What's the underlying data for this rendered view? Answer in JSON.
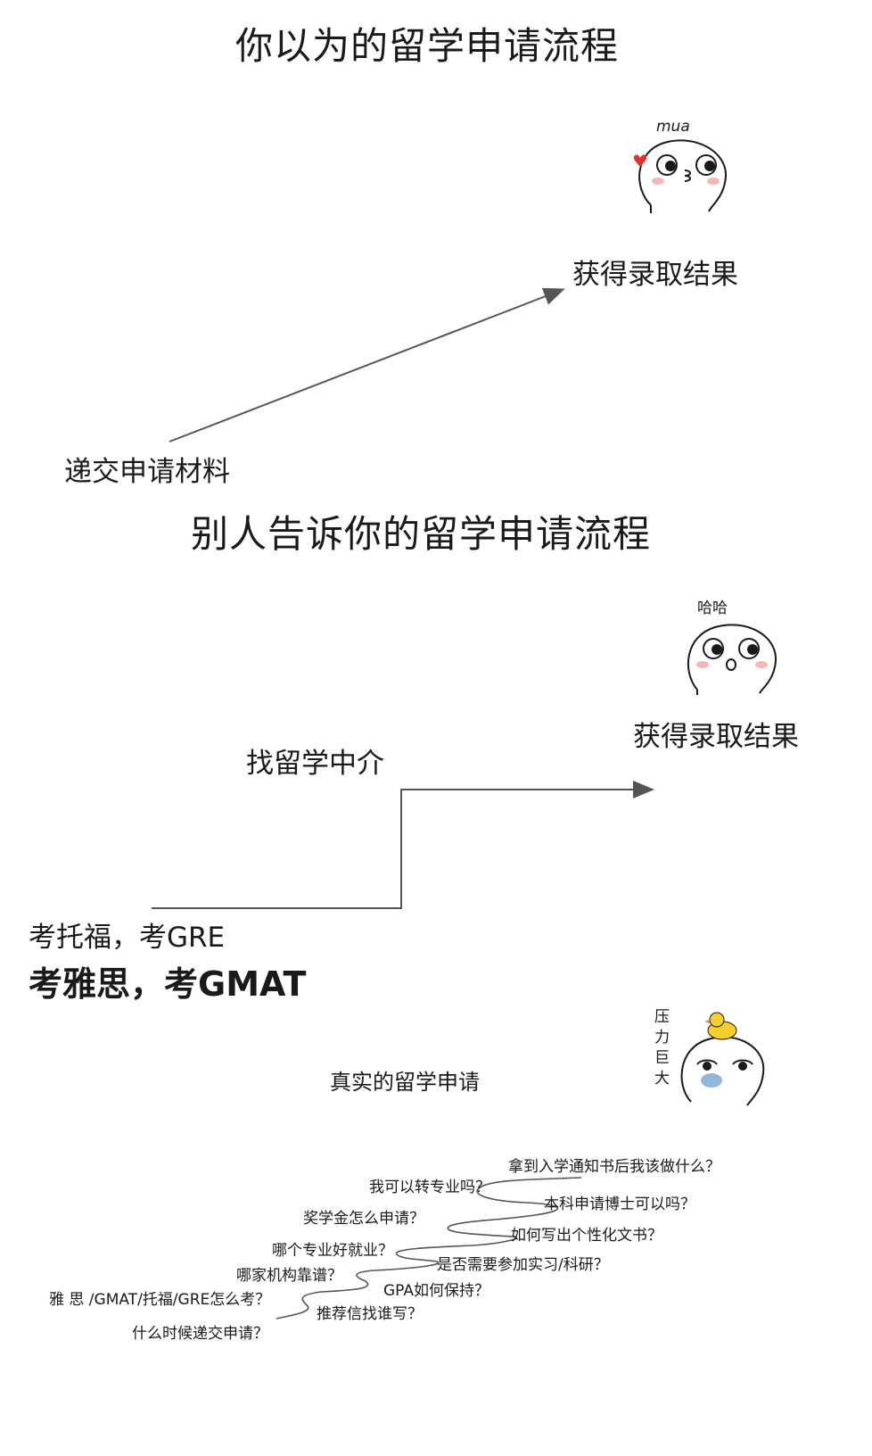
{
  "panel1": {
    "title": "你以为的留学申请流程",
    "start_label": "递交申请材料",
    "end_label": "获得录取结果",
    "face_text": "mua"
  },
  "panel2": {
    "title": "别人告诉你的留学申请流程",
    "step_label": "找留学中介",
    "end_label": "获得录取结果",
    "start_label_1": "考托福，考GRE",
    "start_label_2": "考雅思，考GMAT",
    "face_text": "哈哈"
  },
  "panel3": {
    "title": "真实的留学申请",
    "face_text": [
      "压",
      "力",
      "巨",
      "大"
    ],
    "questions": [
      "拿到入学通知书后我该做什么？",
      "我可以转专业吗？",
      "本科申请博士可以吗？",
      "奖学金怎么申请？",
      "如何写出个性化文书？",
      "哪个专业好就业？",
      "是否需要参加实习/科研？",
      "哪家机构靠谱？",
      "GPA如何保持？",
      "雅 思 /GMAT/托福/GRE怎么考？",
      "推荐信找谁写？",
      "什么时候递交申请？"
    ]
  },
  "colors": {
    "line": "#555555",
    "text": "#1a1a1a",
    "heart": "#e0322b",
    "blush": "#f4b6b6",
    "duck": "#f7cf2b",
    "mask": "#8fb7d9"
  }
}
